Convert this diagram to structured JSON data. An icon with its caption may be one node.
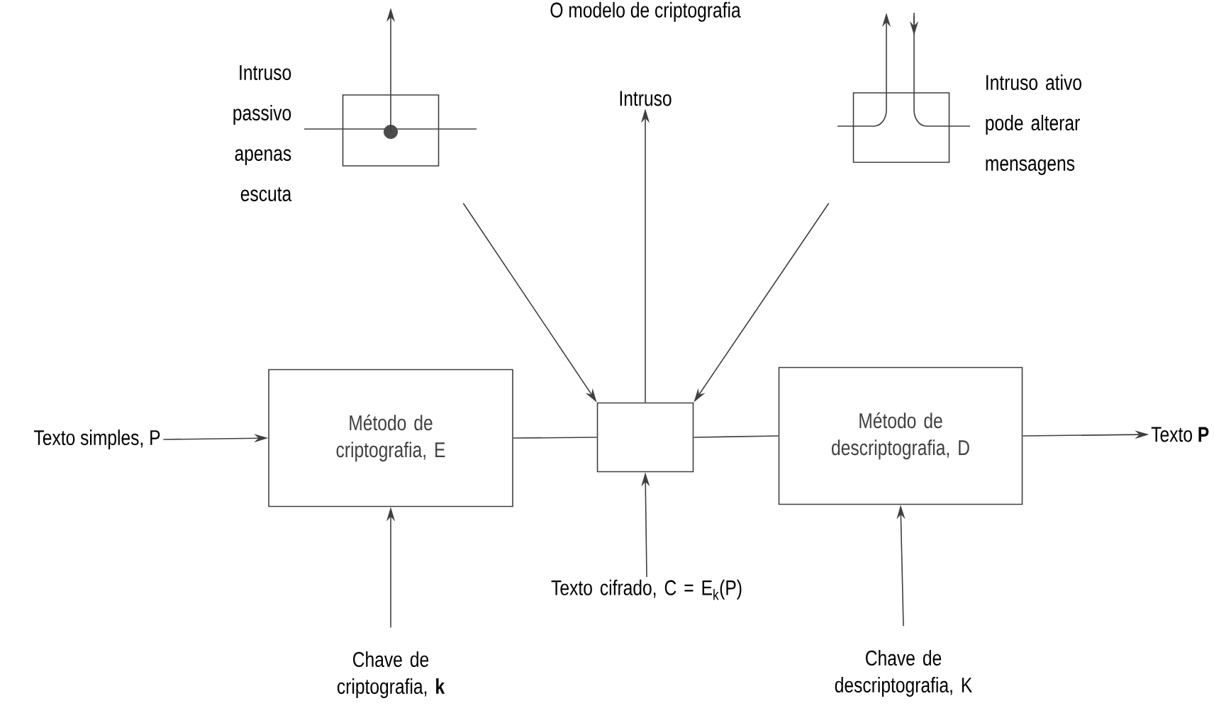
{
  "diagram": {
    "title": "O modelo de criptografia",
    "nodes": [
      {
        "text": [
          "Texto simples, P"
        ]
      },
      {
        "text": [
          "Método de criptografia, E"
        ]
      },
      {
        "text": [],
        "shape": "box"
      },
      {
        "text": [
          "Método de descriptografia, D"
        ]
      },
      {
        "text": [
          "Texto **P**"
        ]
      },
      {
        "text": [
          "Chave de criptografia, **k**"
        ]
      },
      {
        "text": [
          "Texto cifrado, C = E$_{k}$(P)"
        ]
      },
      {
        "text": [
          "Chave de descriptografia, K"
        ]
      },
      {
        "text": [
          "Intruso passivo apenas escuta"
        ]
      },
      {
        "text": [
          "Intruso"
        ]
      },
      {
        "text": [
          "Intruso ativo pode alterar mensagens"
        ]
      }
    ],
    "edges": [
      {
        "from": 0,
        "to": 1,
        "arrow": "to"
      },
      {
        "from": 1,
        "to": 2,
        "arrow": "none"
      },
      {
        "from": 2,
        "to": 3,
        "arrow": "none"
      },
      {
        "from": 3,
        "to": 4,
        "arrow": "to"
      },
      {
        "from": 5,
        "to": 1,
        "arrow": "to"
      },
      {
        "from": 6,
        "to": 2,
        "arrow": "to"
      },
      {
        "from": 7,
        "to": 3,
        "arrow": "to"
      },
      {
        "from": 8,
        "to": 2,
        "arrow": "to"
      },
      {
        "from": 2,
        "to": 9,
        "arrow": "to"
      },
      {
        "from": 10,
        "to": 2,
        "arrow": "to"
      }
    ]
  }
}
